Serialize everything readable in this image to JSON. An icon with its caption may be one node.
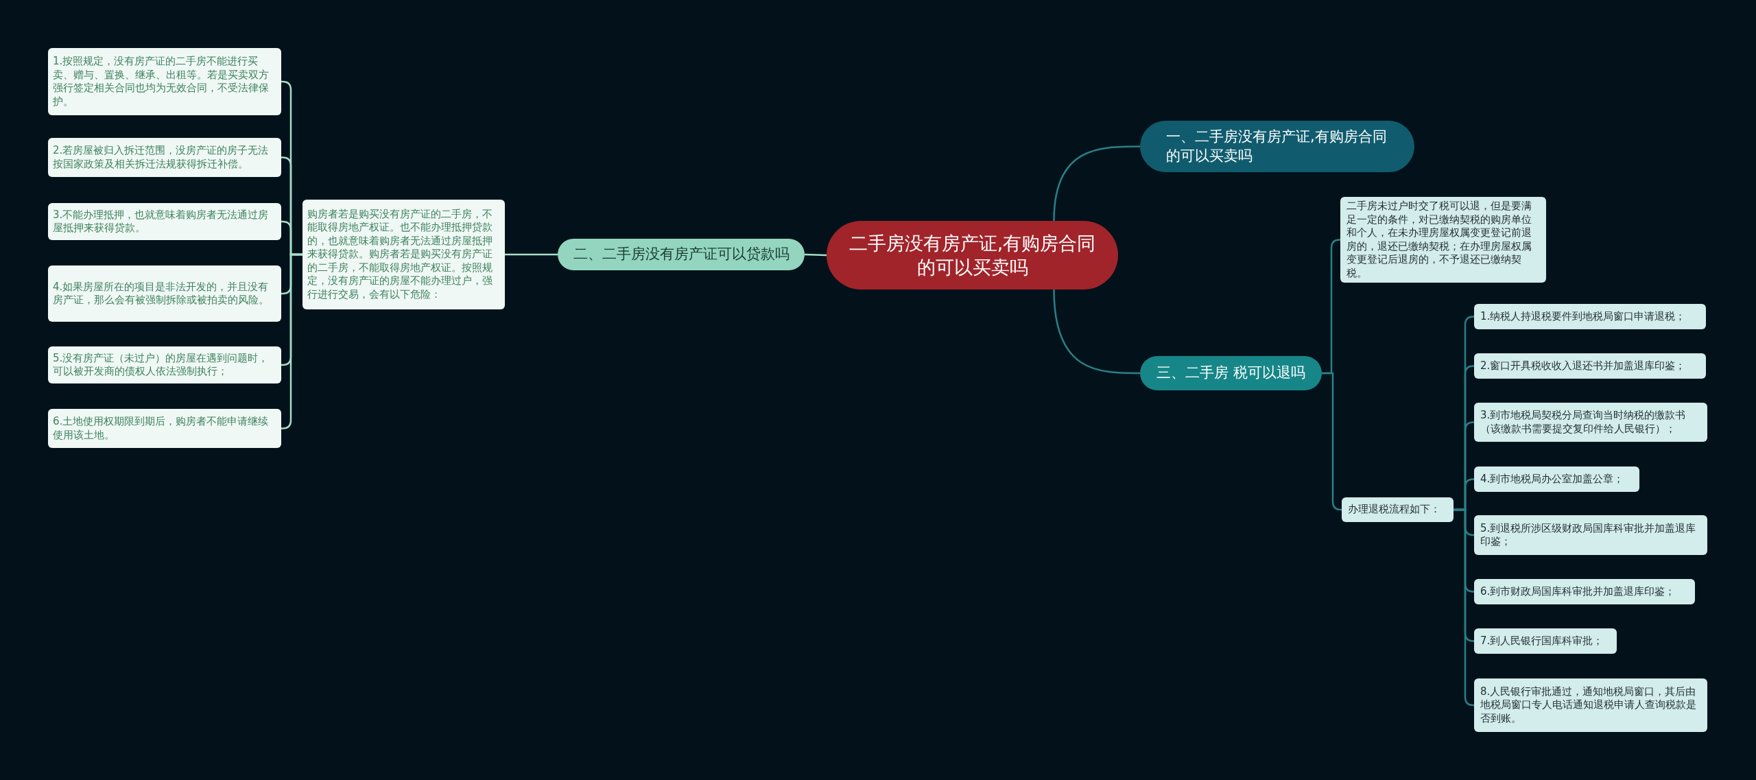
{
  "diagram": {
    "nodes": [
      {
        "text": [
          "二手房没有房产证,有购房合同的可以买卖吗"
        ]
      },
      {
        "text": [
          "一、二手房没有房产证,有购房合同的可以买卖吗"
        ]
      },
      {
        "text": [
          "二、二手房没有房产证可以贷款吗"
        ]
      },
      {
        "text": [
          "购房者若是购买没有房产证的二手房，不能取得房地产权证。也不能办理抵押贷款的，也就意味着购房者无法通过房屋抵押来获得贷款。购房者若是购买没有房产证的二手房，不能取得房地产权证。按照规定，没有房产证的房屋不能办理过户，强行进行交易，会有以下危险："
        ]
      },
      {
        "text": [
          "1.按照规定，没有房产证的二手房不能进行买卖、赠与、置换、继承、出租等。若是买卖双方强行签定相关合同也均为无效合同，不受法律保护。"
        ]
      },
      {
        "text": [
          "2.若房屋被归入拆迁范围，没房产证的房子无法按国家政策及相关拆迁法规获得拆迁补偿。"
        ]
      },
      {
        "text": [
          "3.不能办理抵押，也就意味着购房者无法通过房屋抵押来获得贷款。"
        ]
      },
      {
        "text": [
          "4.如果房屋所在的项目是非法开发的，并且没有房产证，那么会有被强制拆除或被拍卖的风险。"
        ]
      },
      {
        "text": [
          "5.没有房产证（未过户）的房屋在遇到问题时，可以被开发商的债权人依法强制执行；"
        ]
      },
      {
        "text": [
          "6.土地使用权期限到期后，购房者不能申请继续使用该土地。"
        ]
      },
      {
        "text": [
          "三、二手房 税可以退吗"
        ]
      },
      {
        "text": [
          "二手房未过户时交了税可以退，但是要满足一定的条件，对已缴纳契税的购房单位和个人，在未办理房屋权属变更登记前退房的，退还已缴纳契税；在办理房屋权属变更登记后退房的，不予退还已缴纳契税。"
        ]
      },
      {
        "text": [
          "办理退税流程如下："
        ]
      },
      {
        "text": [
          "1.纳税人持退税要件到地税局窗口申请退税；"
        ]
      },
      {
        "text": [
          "2.窗口开具税收收入退还书并加盖退库印鉴；"
        ]
      },
      {
        "text": [
          "3.到市地税局契税分局查询当时纳税的缴款书（该缴款书需要提交复印件给人民银行）；"
        ]
      },
      {
        "text": [
          "4.到市地税局办公室加盖公章；"
        ]
      },
      {
        "text": [
          "5.到退税所涉区级财政局国库科审批并加盖退库印鉴；"
        ]
      },
      {
        "text": [
          "6.到市财政局国库科审批并加盖退库印鉴；"
        ]
      },
      {
        "text": [
          "7.到人民银行国库科审批；"
        ]
      },
      {
        "text": [
          "8.人民银行审批通过，通知地税局窗口，其后由地税局窗口专人电话通知退税申请人查询税款是否到账。"
        ]
      }
    ],
    "edges": [
      {
        "from": 0,
        "to": 1,
        "arrow": "none"
      },
      {
        "from": 0,
        "to": 2,
        "arrow": "none",
        "color": "#a6dcc9"
      },
      {
        "from": 0,
        "to": 10,
        "arrow": "none"
      },
      {
        "from": 2,
        "to": 3,
        "arrow": "none",
        "color": "#a6dcc9"
      },
      {
        "from": 3,
        "to": 4,
        "arrow": "none",
        "color": "#a6dcc9"
      },
      {
        "from": 3,
        "to": 5,
        "arrow": "none",
        "color": "#a6dcc9"
      },
      {
        "from": 3,
        "to": 6,
        "arrow": "none",
        "color": "#a6dcc9"
      },
      {
        "from": 3,
        "to": 7,
        "arrow": "none",
        "color": "#a6dcc9"
      },
      {
        "from": 3,
        "to": 8,
        "arrow": "none",
        "color": "#a6dcc9"
      },
      {
        "from": 3,
        "to": 9,
        "arrow": "none",
        "color": "#a6dcc9"
      },
      {
        "from": 10,
        "to": 11,
        "arrow": "none"
      },
      {
        "from": 10,
        "to": 12,
        "arrow": "none"
      },
      {
        "from": 12,
        "to": 13,
        "arrow": "none"
      },
      {
        "from": 12,
        "to": 14,
        "arrow": "none"
      },
      {
        "from": 12,
        "to": 15,
        "arrow": "none"
      },
      {
        "from": 12,
        "to": 16,
        "arrow": "none"
      },
      {
        "from": 12,
        "to": 17,
        "arrow": "none"
      },
      {
        "from": 12,
        "to": 18,
        "arrow": "none"
      },
      {
        "from": 12,
        "to": 19,
        "arrow": "none"
      },
      {
        "from": 12,
        "to": 20,
        "arrow": "none"
      }
    ]
  }
}
